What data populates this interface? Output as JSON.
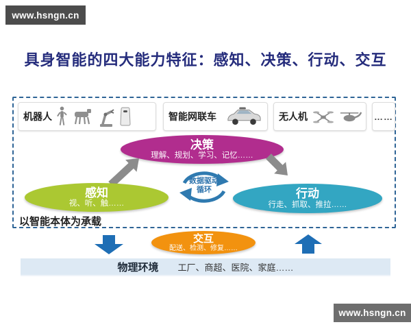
{
  "watermarks": {
    "top_left": "www.hsngn.cn",
    "bottom_right": "www.hsngn.cn"
  },
  "title": "具身智能的四大能力特征：感知、决策、行动、交互",
  "carriers": {
    "robots": {
      "label": "机器人",
      "icons": [
        "humanoid-robot-icon",
        "quadruped-robot-icon",
        "robot-arm-icon",
        "service-robot-icon"
      ]
    },
    "vehicle": {
      "label": "智能网联车",
      "icons": [
        "autonomous-car-icon"
      ]
    },
    "drones": {
      "label": "无人机",
      "icons": [
        "quadcopter-drone-icon",
        "helicopter-drone-icon"
      ]
    },
    "more": {
      "label": "……"
    }
  },
  "nodes": {
    "decision": {
      "label": "决策",
      "sub": "理解、规划、学习、记忆……"
    },
    "perception": {
      "label": "感知",
      "sub": "视、听、触……"
    },
    "action": {
      "label": "行动",
      "sub": "行走、抓取、推拉……"
    },
    "interaction": {
      "label": "交互",
      "sub": "配送、检测、修复……"
    }
  },
  "cycle": {
    "line1": "数据驱动",
    "line2": "循环"
  },
  "carrier_note": "以智能本体为承载",
  "environment": {
    "label": "物理环境",
    "items": "工厂、商超、医院、家庭……"
  },
  "colors": {
    "title": "#252c7c",
    "frame_border": "#2e6496",
    "decision": "#b12d8e",
    "perception": "#abc832",
    "action": "#33a6c2",
    "interaction": "#f2920f",
    "gray_arrow": "#8c8c8c",
    "blue_arrow": "#1e6eb5",
    "cycle_blue": "#2f7ab0",
    "env_bar_bg": "#dde9f4",
    "watermark_bg_top": "#4c4c4c",
    "watermark_bg_bottom": "#6e6e6e"
  }
}
